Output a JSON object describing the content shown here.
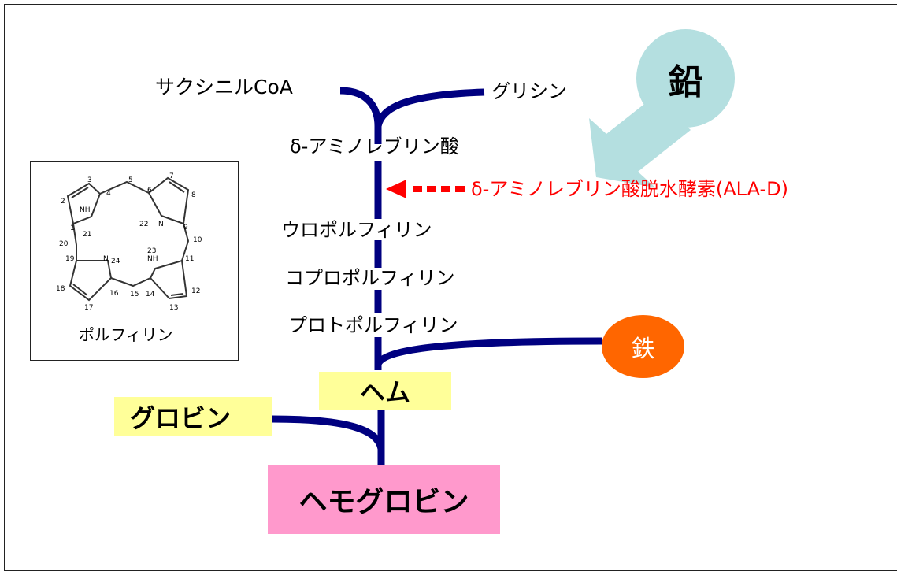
{
  "pathway": {
    "succinyl_coa": "サクシニルCoA",
    "glycine": "グリシン",
    "ala": "δ-アミノレブリン酸",
    "uroporphyrin": "ウロポルフィリン",
    "coproporphyrin": "コプロポルフィリン",
    "protoporphyrin": "プロトポルフィリン",
    "heme": "ヘム",
    "globin": "グロビン",
    "hemoglobin": "ヘモグロビン"
  },
  "inhibition": {
    "agent": "鉛",
    "enzyme": "δ-アミノレブリン酸脱水酵素(ALA-D)",
    "enzyme_color": "#ff0000",
    "agent_color": "#b4dfe0"
  },
  "iron": {
    "label": "鉄",
    "color": "#ff6600"
  },
  "porphyrin": {
    "caption": "ポルフィリン",
    "atom_numbers": [
      "1",
      "2",
      "3",
      "4",
      "5",
      "6",
      "7",
      "8",
      "9",
      "10",
      "11",
      "12",
      "13",
      "14",
      "15",
      "16",
      "17",
      "18",
      "19",
      "20"
    ],
    "nitrogen_labels": [
      "NH",
      "N",
      "N",
      "NH"
    ],
    "nitrogen_numbers": [
      "21",
      "22",
      "23",
      "24"
    ]
  },
  "colors": {
    "pathway_line": "#000080",
    "highlight_yellow": "#ffff99",
    "highlight_pink": "#ff99cc"
  }
}
